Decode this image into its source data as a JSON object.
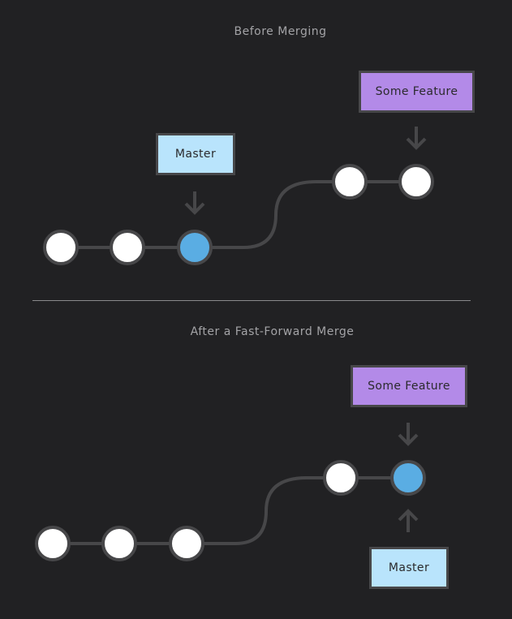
{
  "before": {
    "caption": "Before Merging",
    "master_label": "Master",
    "feature_label": "Some Feature"
  },
  "after": {
    "caption": "After a Fast-Forward Merge",
    "feature_label": "Some Feature",
    "master_label": "Master"
  },
  "colors": {
    "background": "#212123",
    "commit_white": "#ffffff",
    "commit_head": "#5aade3",
    "edge": "#474749",
    "master_box": "#b9e4fc",
    "feature_box": "#b38ae8"
  }
}
